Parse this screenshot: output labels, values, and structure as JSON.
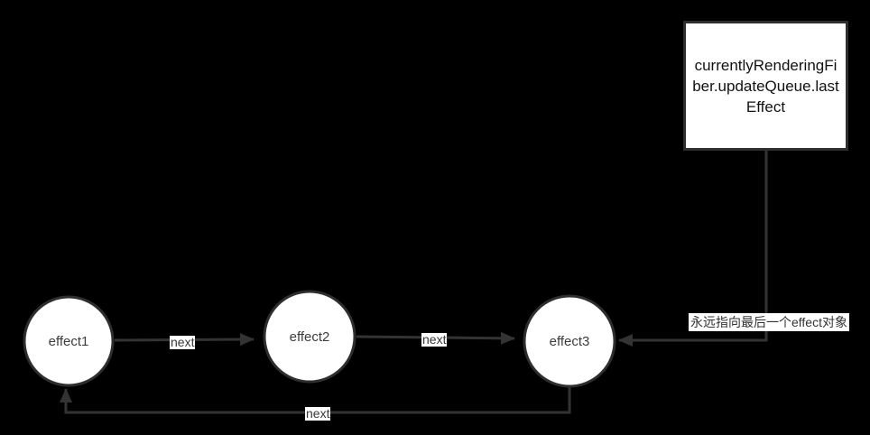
{
  "diagram": {
    "title_box": {
      "label": "currentlyRenderingFiber.updateQueue.lastEffect"
    },
    "nodes": [
      {
        "id": "effect1",
        "label": "effect1"
      },
      {
        "id": "effect2",
        "label": "effect2"
      },
      {
        "id": "effect3",
        "label": "effect3"
      }
    ],
    "edges": [
      {
        "from": "effect1",
        "to": "effect2",
        "label": "next"
      },
      {
        "from": "effect2",
        "to": "effect3",
        "label": "next"
      },
      {
        "from": "effect3",
        "to": "effect1",
        "label": "next"
      },
      {
        "from": "title_box",
        "to": "effect3",
        "label": "永远指向最后一个effect对象"
      }
    ],
    "colors": {
      "background": "#000000",
      "shape_fill": "#ffffff",
      "stroke": "#2e2e2e",
      "arrow": "#333333",
      "label_background": "#ffffff",
      "text": "#333333"
    }
  }
}
